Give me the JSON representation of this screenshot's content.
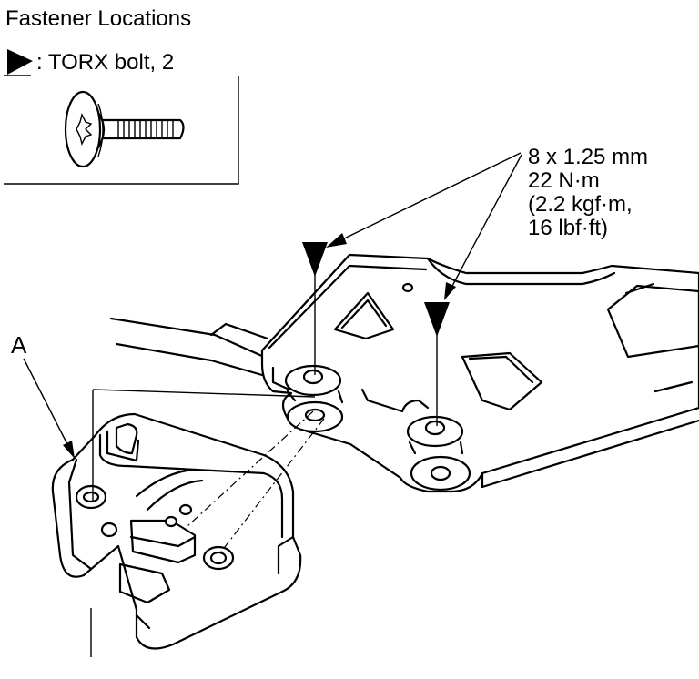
{
  "header": {
    "title": "Fastener Locations"
  },
  "legend": {
    "symbol": "black-triangle-marker",
    "text": ": TORX bolt, 2"
  },
  "spec": {
    "lines": [
      "8 x 1.25 mm",
      "22 N·m",
      "(2.2 kgf·m,",
      "16 lbf·ft)"
    ]
  },
  "callout": {
    "part_label": "A"
  },
  "colors": {
    "ink": "#000000",
    "paper": "#ffffff"
  }
}
